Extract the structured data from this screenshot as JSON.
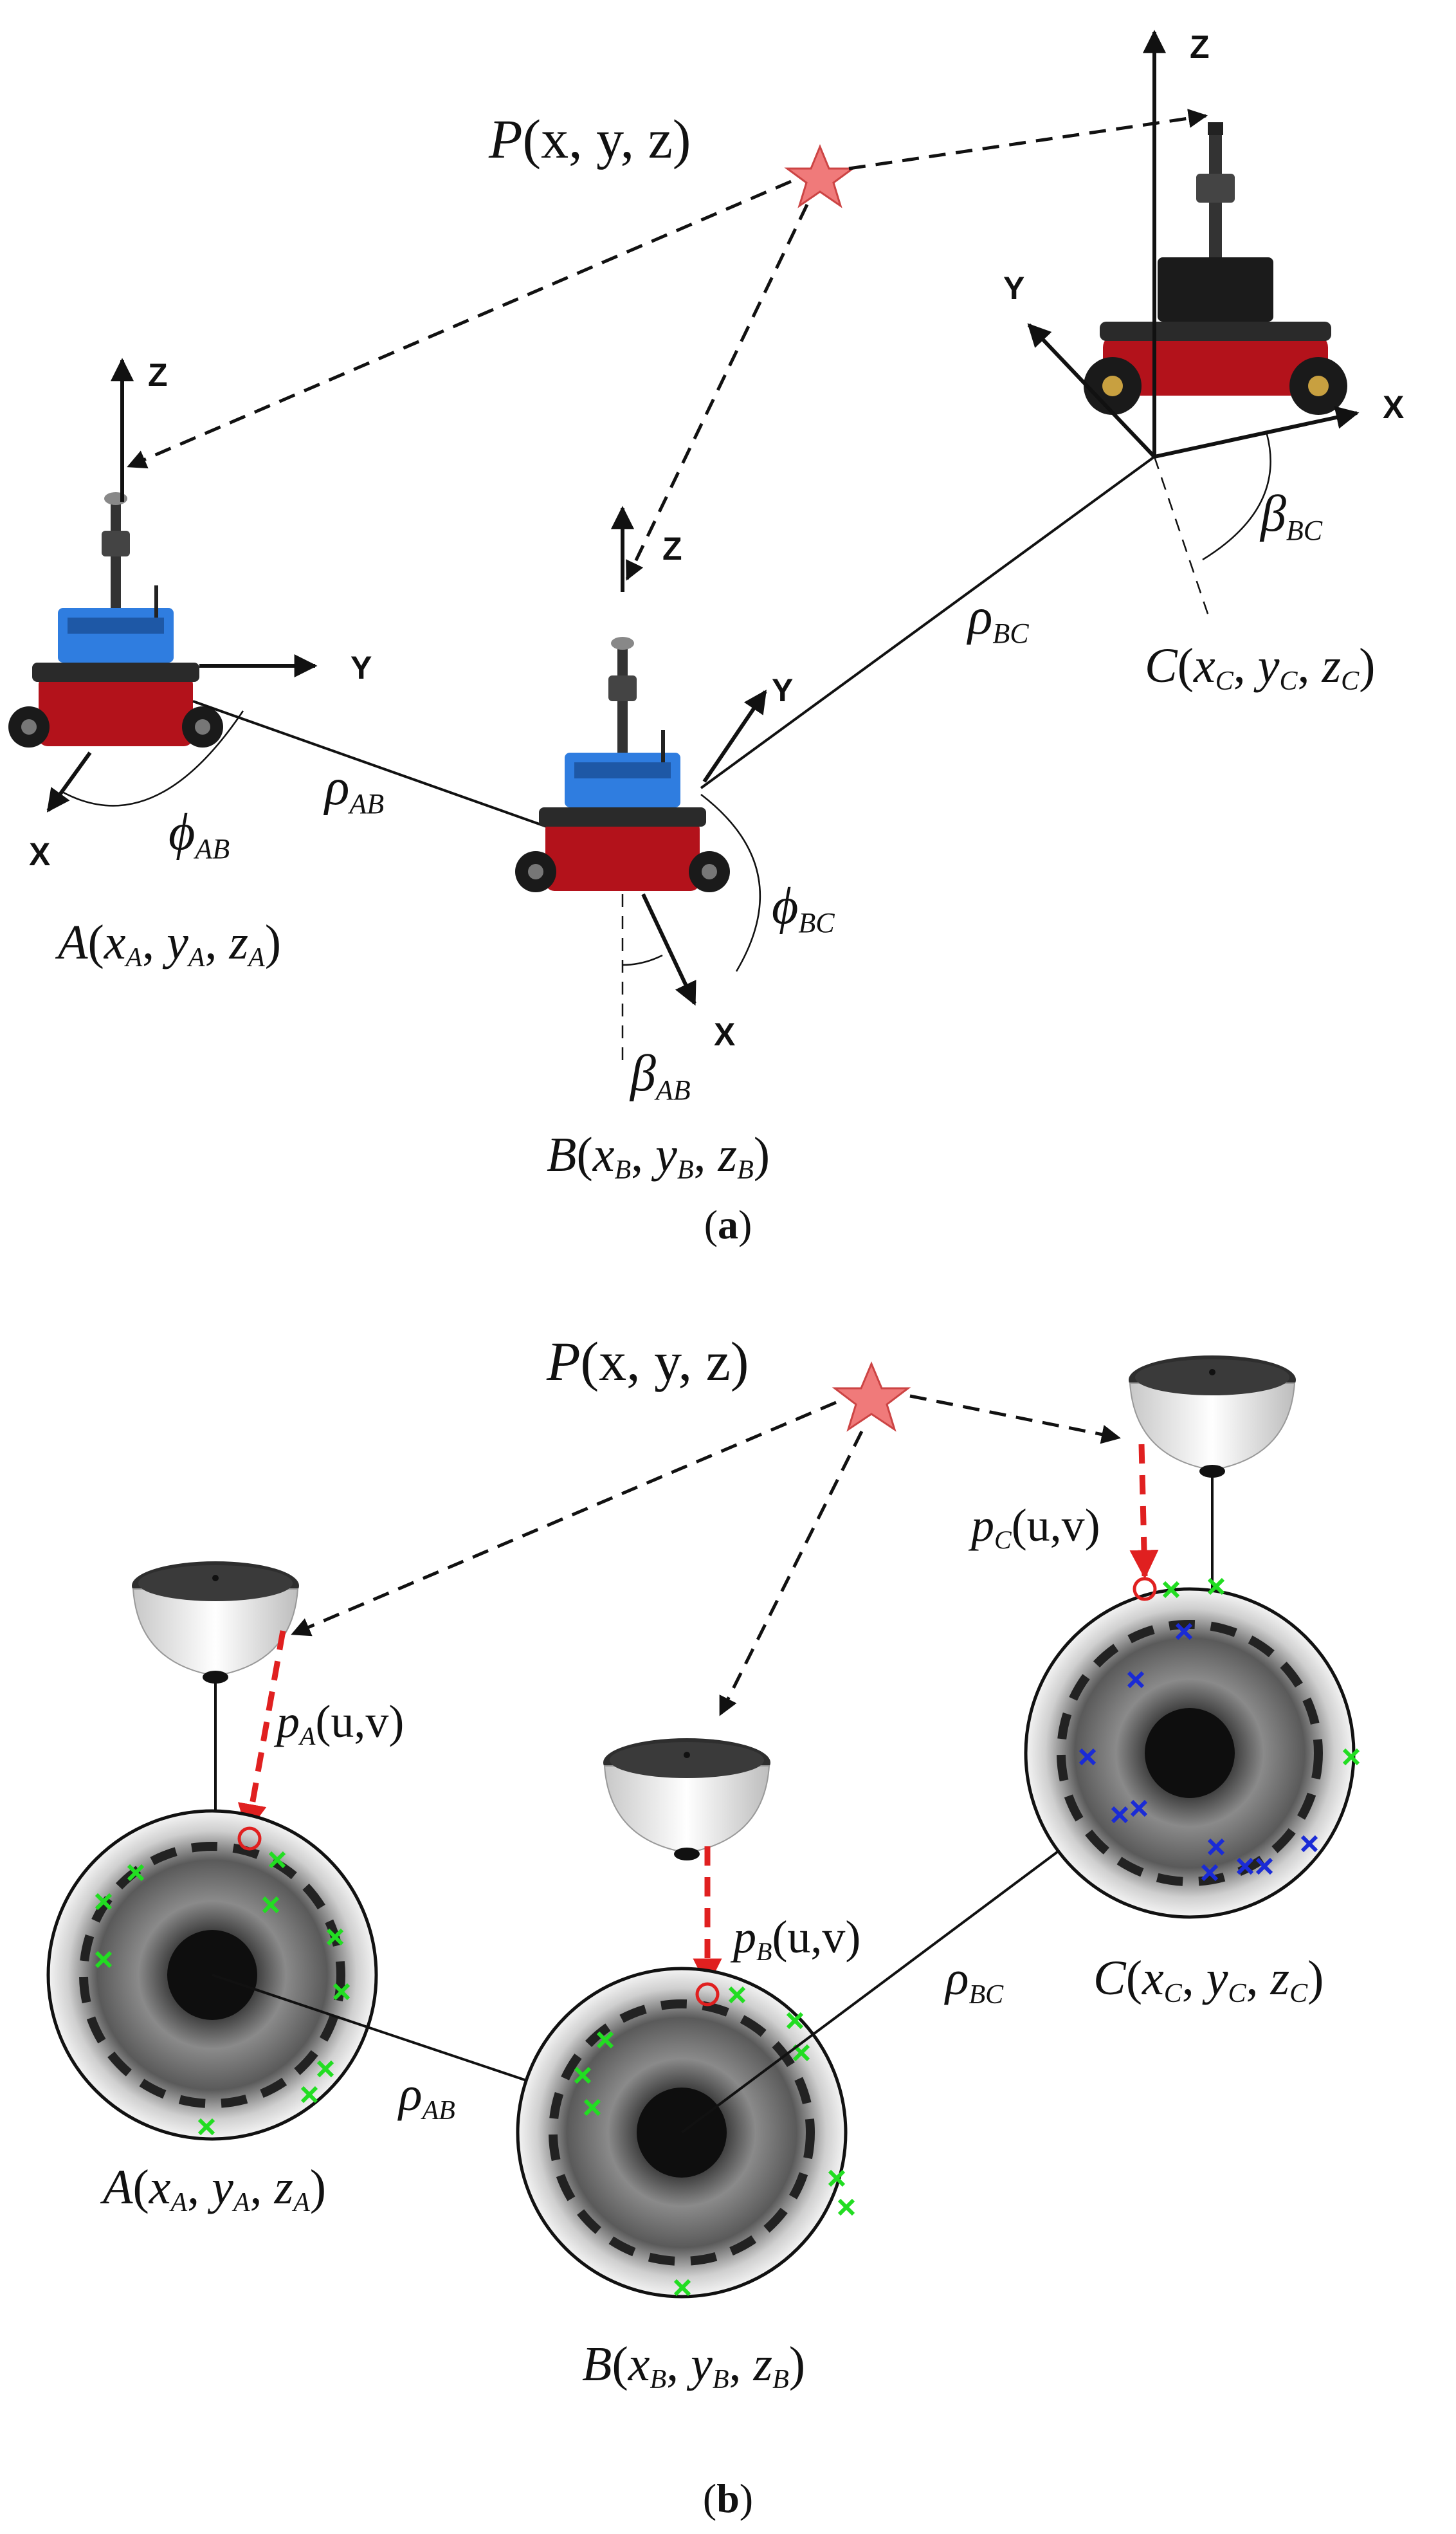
{
  "figure_a": {
    "caption_letter": "a",
    "point_p": {
      "name": "P",
      "coords": "(x, y, z)"
    },
    "robot_a": {
      "name": "A",
      "coords": [
        "x",
        "A",
        "y",
        "A",
        "z",
        "A"
      ]
    },
    "robot_b": {
      "name": "B",
      "coords": [
        "x",
        "B",
        "y",
        "B",
        "z",
        "B"
      ]
    },
    "robot_c": {
      "name": "C",
      "coords": [
        "x",
        "C",
        "y",
        "C",
        "z",
        "C"
      ]
    },
    "axes": {
      "x": "X",
      "y": "Y",
      "z": "Z"
    },
    "distances": {
      "ab": {
        "sym": "ρ",
        "sub": "AB"
      },
      "bc": {
        "sym": "ρ",
        "sub": "BC"
      }
    },
    "angles": {
      "phi_ab": {
        "sym": "ϕ",
        "sub": "AB"
      },
      "phi_bc": {
        "sym": "ϕ",
        "sub": "BC"
      },
      "beta_ab": {
        "sym": "β",
        "sub": "AB"
      },
      "beta_bc": {
        "sym": "β",
        "sub": "BC"
      }
    }
  },
  "figure_b": {
    "caption_letter": "b",
    "point_p": {
      "name": "P",
      "coords": "(x, y, z)"
    },
    "projections": {
      "a": {
        "sym": "p",
        "sub": "A",
        "args": "(u,v)"
      },
      "b": {
        "sym": "p",
        "sub": "B",
        "args": "(u,v)"
      },
      "c": {
        "sym": "p",
        "sub": "C",
        "args": "(u,v)"
      }
    }
  },
  "colors": {
    "star_fill": "#f07a7a",
    "star_stroke": "#c44",
    "projection_red": "#e02020",
    "feature_green": "#22dd22",
    "feature_blue": "#1a2bd6",
    "robot_red": "#b3121b",
    "robot_blue": "#2f7de0"
  }
}
